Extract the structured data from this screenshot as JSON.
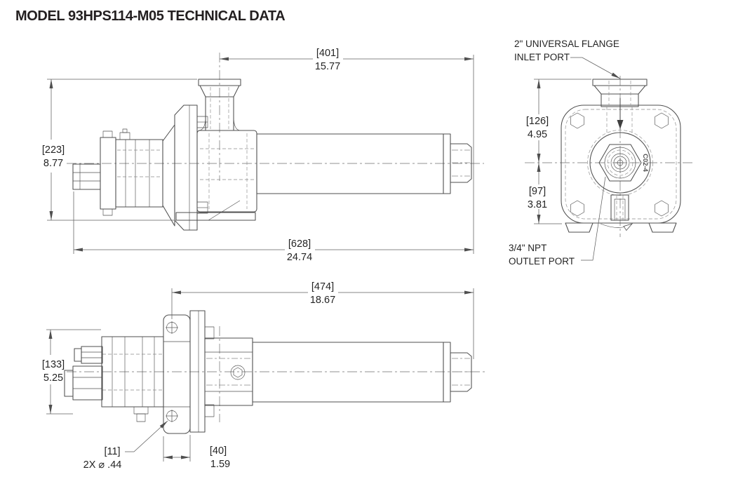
{
  "title": "MODEL 93HPS114-M05 TECHNICAL DATA",
  "callouts": {
    "inlet_line1": "2\" UNIVERSAL FLANGE",
    "inlet_line2": "INLET PORT",
    "outlet_line1": "3/4\" NPT",
    "outlet_line2": "OUTLET PORT",
    "hole_mm": "[11]",
    "hole_note": "2X ⌀ .44"
  },
  "dimensions": {
    "inlet_to_end": {
      "mm": "[401]",
      "in": "15.77"
    },
    "height_overall": {
      "mm": "[223]",
      "in": "8.77"
    },
    "length_overall": {
      "mm": "[628]",
      "in": "24.74"
    },
    "flange_to_cl": {
      "mm": "[126]",
      "in": "4.95"
    },
    "cl_to_base": {
      "mm": "[97]",
      "in": "3.81"
    },
    "mount_to_end": {
      "mm": "[474]",
      "in": "18.67"
    },
    "width_overall": {
      "mm": "[133]",
      "in": "5.25"
    },
    "mount_offset": {
      "mm": "[40]",
      "in": "1.59"
    }
  },
  "cast_mark": "C02-4",
  "colors": {
    "ink": "#231f20",
    "line": "#4f4f4f",
    "thin": "#5f5f5f"
  }
}
